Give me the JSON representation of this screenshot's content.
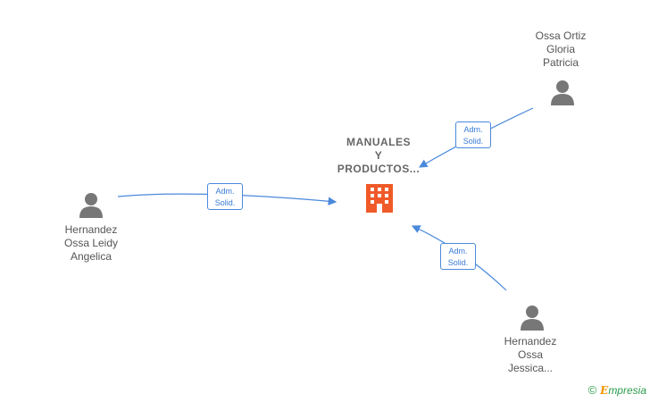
{
  "company": {
    "label": "MANUALES\nY\nPRODUCTOS..."
  },
  "persons": [
    {
      "id": "hernandez-ossa-leidy",
      "label": "Hernandez\nOssa Leidy\nAngelica"
    },
    {
      "id": "ossa-ortiz-gloria",
      "label": "Ossa Ortiz\nGloria\nPatricia"
    },
    {
      "id": "hernandez-ossa-jessica",
      "label": "Hernandez\nOssa\nJessica..."
    }
  ],
  "relations": [
    {
      "from": "hernandez-ossa-leidy",
      "label": "Adm.\nSolid."
    },
    {
      "from": "ossa-ortiz-gloria",
      "label": "Adm.\nSolid."
    },
    {
      "from": "hernandez-ossa-jessica",
      "label": "Adm.\nSolid."
    }
  ],
  "brand": {
    "copyright": "©",
    "initial": "E",
    "rest": "mpresia"
  },
  "colors": {
    "edge": "#4a89dc",
    "company": "#f05a28",
    "person": "#777777"
  }
}
